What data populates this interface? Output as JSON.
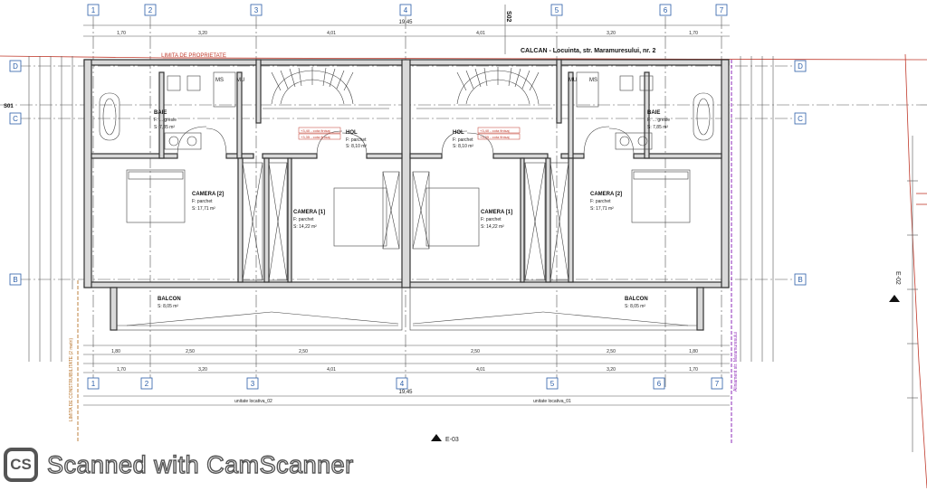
{
  "title": "CALCAN - Locuinta, str. Maramuresului, nr. 2",
  "property_limit_label": "LIMITA DE PROPRIETATE",
  "buildable_limit_label": "LIMITA DE CONSTRUIBILITATE (2 metri)",
  "street_alignment_label": "Aliniament str. Maramuresului",
  "section_refs": {
    "top": "S02",
    "left": "S01",
    "bottom": "E-03",
    "right": "E-02"
  },
  "grid_columns": [
    "1",
    "2",
    "3",
    "4",
    "5",
    "6",
    "7"
  ],
  "grid_rows": [
    "D",
    "C",
    "B"
  ],
  "overall_dimension": "19,45",
  "top_dims": [
    "1,70",
    "3,20",
    "4,01",
    "4,01",
    "3,20",
    "1,70"
  ],
  "bottom_dims_1": [
    "1,80",
    "2,50",
    "2,50",
    "2,50",
    "2,50",
    "1,80"
  ],
  "bottom_dims_2": [
    "1,70",
    "3,20",
    "4,01",
    "4,01",
    "3,20",
    "1,70"
  ],
  "rooms": [
    {
      "name": "BAIE",
      "floor": "F: ... gresie",
      "area": "S: 7,85 m²"
    },
    {
      "name": "BAIE",
      "floor": "F: ... gresie",
      "area": "S: 7,85 m²"
    },
    {
      "name": "HOL",
      "floor": "F: parchet",
      "area": "S: 8,10 m²"
    },
    {
      "name": "HOL",
      "floor": "F: parchet",
      "area": "S: 8,10 m²"
    },
    {
      "name": "CAMERA [2]",
      "floor": "F: parchet",
      "area": "S: 17,71 m²"
    },
    {
      "name": "CAMERA [1]",
      "floor": "F: parchet",
      "area": "S: 14,22 m²"
    },
    {
      "name": "CAMERA [1]",
      "floor": "F: parchet",
      "area": "S: 14,22 m²"
    },
    {
      "name": "CAMERA [2]",
      "floor": "F: parchet",
      "area": "S: 17,71 m²"
    },
    {
      "name": "BALCON",
      "floor": "",
      "area": "S: 8,05 m²"
    },
    {
      "name": "BALCON",
      "floor": "",
      "area": "S: 8,05 m²"
    }
  ],
  "cabinets": [
    "MS",
    "MU",
    "MU",
    "MS"
  ],
  "level_tags": [
    "+3,40 - cota finisaj",
    "+3,35 - cota finisaj"
  ],
  "unit_labels": [
    "unitate locativa_02",
    "unitate locativa_01"
  ],
  "scan_watermark": {
    "badge": "CS",
    "text": "Scanned with CamScanner"
  }
}
